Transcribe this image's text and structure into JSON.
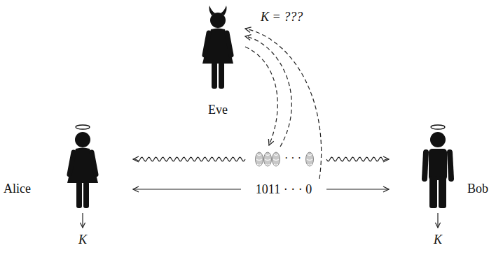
{
  "diagram": {
    "nodes": [
      {
        "text": [
          "Eve"
        ]
      },
      {
        "text": [
          "Alice"
        ]
      },
      {
        "text": [
          "Bob"
        ]
      },
      {
        "text": [
          "· · ·"
        ]
      },
      {
        "text": [
          "1011 · · · 0"
        ]
      }
    ],
    "edges": [
      {
        "from": 3,
        "to": 1,
        "arrow": "to"
      },
      {
        "from": 3,
        "to": 2,
        "arrow": "to"
      },
      {
        "from": 4,
        "to": 1,
        "arrow": "to"
      },
      {
        "from": 4,
        "to": 2,
        "arrow": "to"
      },
      {
        "from": 3,
        "to": 0,
        "arrow": "to"
      },
      {
        "from": 0,
        "to": 3,
        "arrow": "to"
      },
      {
        "from": 4,
        "to": 0,
        "arrow": "to"
      }
    ],
    "labels": [
      "K = ???",
      "K",
      "K"
    ]
  }
}
